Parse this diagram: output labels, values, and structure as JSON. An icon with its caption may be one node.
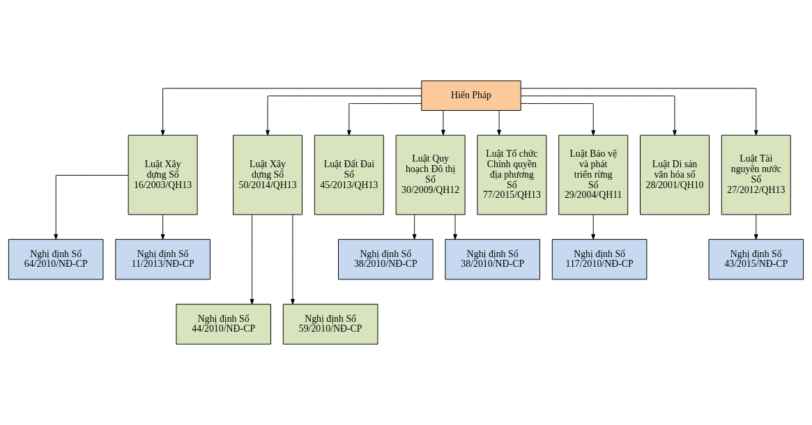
{
  "diagram": {
    "nodes": [
      {
        "text": [
          "Hiến Pháp"
        ]
      },
      {
        "text": [
          "Luật Xây dựng Số 16/2003/QH13"
        ]
      },
      {
        "text": [
          "Luật Xây dựng Số 50/2014/QH13"
        ]
      },
      {
        "text": [
          "Luật Đất Đai Số 45/2013/QH13"
        ]
      },
      {
        "text": [
          "Luật Quy hoạch Đô thị Số 30/2009/QH12"
        ]
      },
      {
        "text": [
          "Luật Tổ chức Chính quyền địa phương Số 77/2015/QH13"
        ]
      },
      {
        "text": [
          "Luật Bảo vệ và phát triển rừng Số 29/2004/QH11"
        ]
      },
      {
        "text": [
          "Luật Di sản văn hóa số 28/2001/QH10"
        ]
      },
      {
        "text": [
          "Luật Tài nguyên nước Số 27/2012/QH13"
        ]
      },
      {
        "text": [
          "Nghị định Số 64/2010/NĐ-CP"
        ]
      },
      {
        "text": [
          "Nghị định Số 11/2013/NĐ-CP"
        ]
      },
      {
        "text": [
          "Nghị định Số 38/2010/NĐ-CP"
        ]
      },
      {
        "text": [
          "Nghị định Số 38/2010/NĐ-CP"
        ]
      },
      {
        "text": [
          "Nghị định Số 117/2010/NĐ-CP"
        ]
      },
      {
        "text": [
          "Nghị định Số 43/2015/NĐ-CP"
        ]
      },
      {
        "text": [
          "Nghị định Số 44/2010/NĐ-CP"
        ]
      },
      {
        "text": [
          "Nghị định Số 59/2010/NĐ-CP"
        ]
      }
    ],
    "edges": [
      {
        "from": 0,
        "to": 1,
        "arrow": "to"
      },
      {
        "from": 0,
        "to": 2,
        "arrow": "to"
      },
      {
        "from": 0,
        "to": 3,
        "arrow": "to"
      },
      {
        "from": 0,
        "to": 4,
        "arrow": "to"
      },
      {
        "from": 0,
        "to": 5,
        "arrow": "to"
      },
      {
        "from": 0,
        "to": 6,
        "arrow": "to"
      },
      {
        "from": 0,
        "to": 7,
        "arrow": "to"
      },
      {
        "from": 0,
        "to": 8,
        "arrow": "to"
      },
      {
        "from": 1,
        "to": 9,
        "arrow": "to"
      },
      {
        "from": 1,
        "to": 10,
        "arrow": "to"
      },
      {
        "from": 4,
        "to": 11,
        "arrow": "to"
      },
      {
        "from": 4,
        "to": 12,
        "arrow": "to"
      },
      {
        "from": 6,
        "to": 13,
        "arrow": "to"
      },
      {
        "from": 8,
        "to": 14,
        "arrow": "to"
      },
      {
        "from": 2,
        "to": 15,
        "arrow": "to"
      },
      {
        "from": 2,
        "to": 16,
        "arrow": "to"
      }
    ]
  }
}
